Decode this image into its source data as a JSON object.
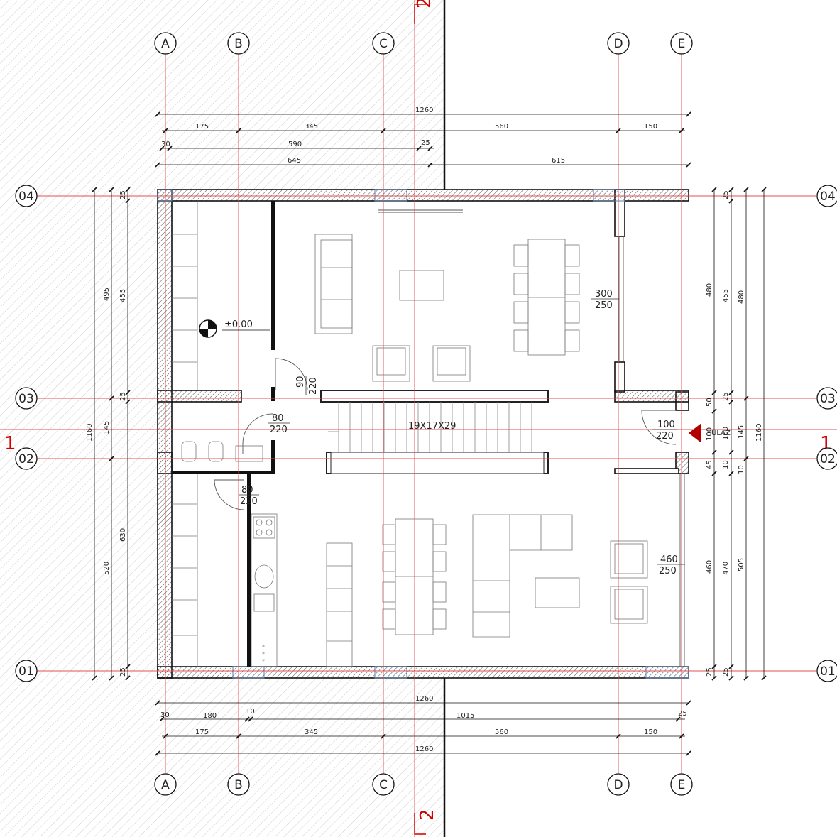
{
  "grid_columns": [
    "A",
    "B",
    "C",
    "D",
    "E"
  ],
  "grid_rows": [
    "04",
    "03",
    "02",
    "01"
  ],
  "section_marks": {
    "vertical": "2",
    "horizontal": "1"
  },
  "dimensions_top": {
    "overall": "1260",
    "axis_chain": [
      "175",
      "345",
      "560",
      "150"
    ],
    "row3": [
      "30",
      "590",
      "25"
    ],
    "row4": [
      "645",
      "615"
    ]
  },
  "dimensions_bottom": {
    "overall_top": "1260",
    "row2": [
      "30",
      "180",
      "10",
      "1015",
      "25"
    ],
    "axis_chain": [
      "175",
      "345",
      "560",
      "150"
    ],
    "overall_bottom": "1260"
  },
  "dimensions_left": {
    "overall": "1160",
    "chain_a": [
      "495",
      "145",
      "520"
    ],
    "chain_b": [
      "25",
      "455",
      "25",
      "630",
      "25"
    ]
  },
  "dimensions_right": {
    "overall": "1160",
    "chain_a": [
      "480",
      "50",
      "100",
      "45",
      "460",
      "25"
    ],
    "chain_b": [
      "25",
      "455",
      "25",
      "100",
      "10",
      "470",
      "25"
    ],
    "chain_c": [
      "480",
      "145",
      "505"
    ],
    "chain_d": [
      "10"
    ]
  },
  "openings": [
    {
      "width": "90",
      "height": "220"
    },
    {
      "width": "80",
      "height": "220"
    },
    {
      "width": "80",
      "height": "220"
    },
    {
      "width": "300",
      "height": "250"
    },
    {
      "width": "100",
      "height": "220"
    },
    {
      "width": "460",
      "height": "250"
    }
  ],
  "level_mark": "±0.00",
  "stair_label": "19X17X29",
  "entrance_label": "ULAZ"
}
